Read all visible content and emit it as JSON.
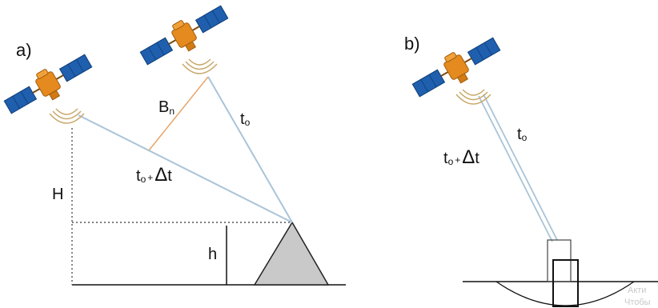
{
  "panel_a": {
    "label": "a)",
    "labels": {
      "H": "H",
      "h": "h",
      "Bn_main": "B",
      "Bn_sub": "n",
      "t0_main": "t",
      "t0_sub": "o",
      "tdt_main": "t",
      "tdt_sub": "o",
      "tdt_plus": "+",
      "tdt_delta": "Δ",
      "tdt_t": "t"
    }
  },
  "panel_b": {
    "label": "b)",
    "labels": {
      "t0_main": "t",
      "t0_sub": "o",
      "tdt_main": "t",
      "tdt_sub": "o",
      "tdt_plus": "+",
      "tdt_delta": "Δ",
      "tdt_t": "t"
    }
  },
  "watermark": {
    "line1": "Акти",
    "line2": "Чтобы"
  },
  "colors": {
    "ray": "#a9c4d8",
    "baseline_bn": "#e8a56a",
    "ground": "#111111",
    "dotted": "#555555",
    "mountain": "#c9c9c9",
    "panel_blue": "#1f5fae",
    "body_orange": "#e58a1e"
  }
}
